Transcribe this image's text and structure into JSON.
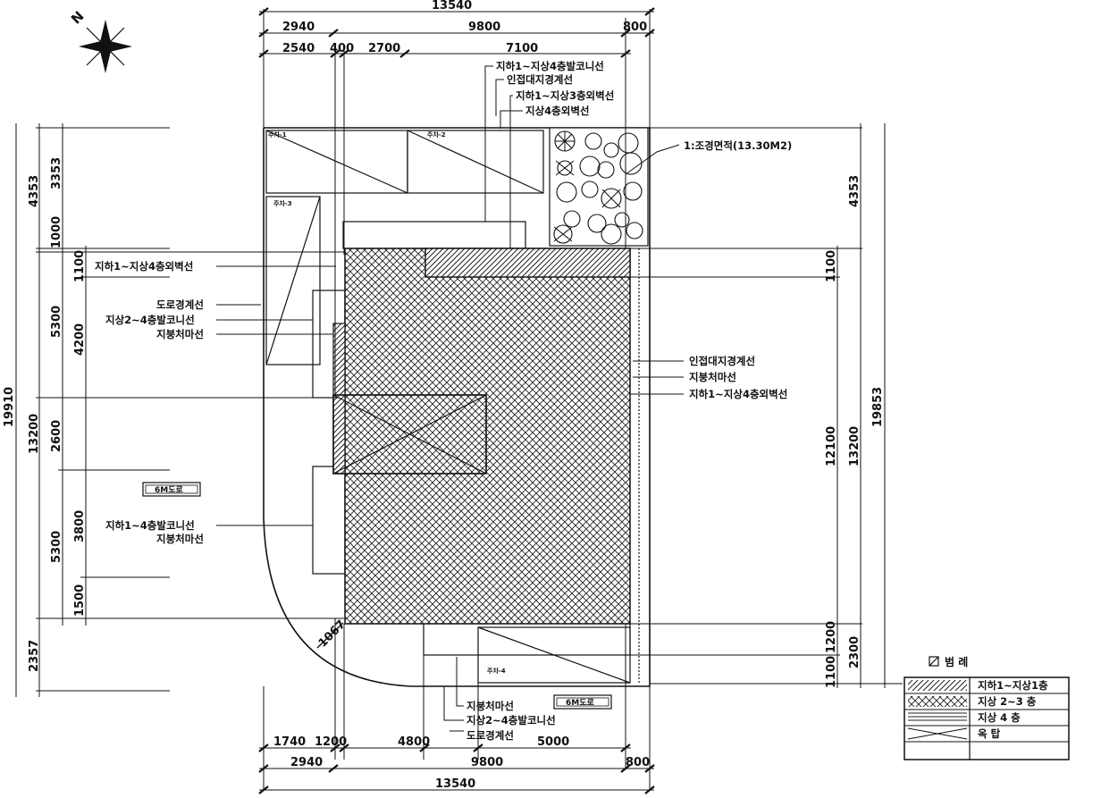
{
  "north": {
    "label": "N"
  },
  "dims": {
    "top_total": "13540",
    "top_row1": [
      "2940",
      "9800",
      "800"
    ],
    "top_row2": [
      "2540",
      "400",
      "2700",
      "7100"
    ],
    "bottom_total": "13540",
    "bottom_row1": [
      "2940",
      "9800",
      "800"
    ],
    "bottom_row2": [
      "1740",
      "1200",
      "4800",
      "5000"
    ],
    "left_total": "19910",
    "left_mid": [
      "4353",
      "13200",
      "2357"
    ],
    "left_inner": [
      "3353",
      "1000",
      "5300",
      "2600",
      "5300"
    ],
    "left_innermost": [
      "1100",
      "4200",
      "3800",
      "1500"
    ],
    "right_total": "19853",
    "right_mid": [
      "4353",
      "13200",
      "2300"
    ],
    "right_inner": [
      "1100",
      "12100",
      "1200",
      "1100"
    ],
    "chamfer": "1067"
  },
  "notes": {
    "top1": "지하1~지상4층발코니선",
    "top2": "인접대지경계선",
    "top3": "지하1~지상3층외벽선",
    "top4": "지상4층외벽선",
    "landscape": "1:조경면적(13.30M2)",
    "left1": "지하1~지상4층외벽선",
    "left2": "도로경계선",
    "left3": "지상2~4층발코니선",
    "left4": "지붕처마선",
    "left5": "지하1~4층발코니선",
    "left6": "지붕처마선",
    "right1": "인접대지경계선",
    "right2": "지붕처마선",
    "right3": "지하1~지상4층외벽선",
    "bot1": "지붕처마선",
    "bot2": "지상2~4층발코니선",
    "bot3": "도로경계선"
  },
  "road_labels": [
    "6M도로",
    "6M도로"
  ],
  "parking": [
    "주차-1",
    "주차-2",
    "주차-3",
    "주차-4"
  ],
  "legend": {
    "title": "범 례",
    "rows": [
      "지하1~지상1층",
      "지상 2~3 층",
      "지상 4 층",
      "옥 탑"
    ]
  }
}
